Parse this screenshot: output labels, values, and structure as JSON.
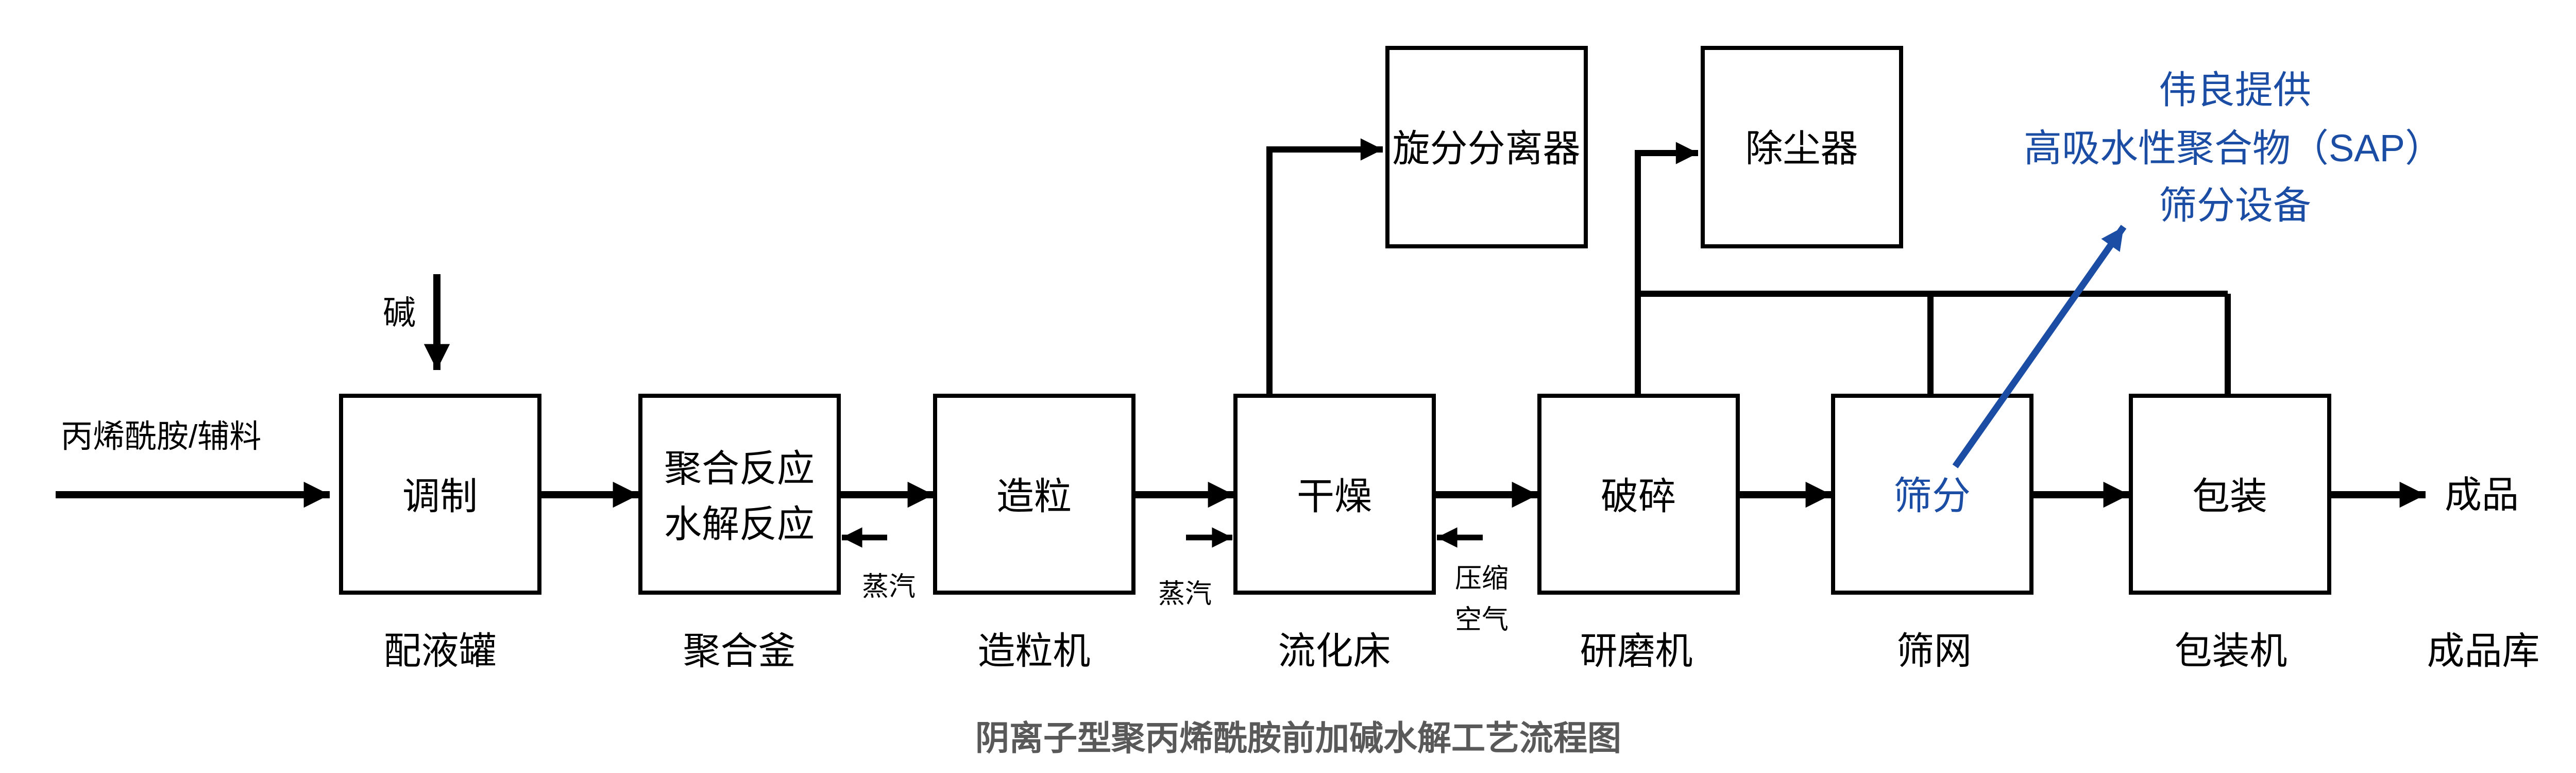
{
  "figure": {
    "title": "阴离子型聚丙烯酰胺前加碱水解工艺流程图",
    "colors": {
      "accent_blue": "#1a4da3",
      "diagram_black": "#000000",
      "title_gray": "#595959"
    },
    "feed_label": "丙烯酰胺/辅料",
    "alkali_label": "碱",
    "boxes": [
      {
        "label": "调制",
        "sublabel": "配液罐"
      },
      {
        "label_line1": "聚合反应",
        "label_line2": "水解反应",
        "sublabel": "聚合釜"
      },
      {
        "label": "造粒",
        "sublabel": "造粒机"
      },
      {
        "label": "干燥",
        "sublabel": "流化床"
      },
      {
        "label": "破碎",
        "sublabel": "研磨机"
      },
      {
        "label": "筛分",
        "sublabel": "筛网"
      },
      {
        "label": "包装",
        "sublabel": "包装机"
      }
    ],
    "top_boxes": [
      {
        "label": "旋分分离器"
      },
      {
        "label": "除尘器"
      }
    ],
    "utility_labels": {
      "steam_1": "蒸汽",
      "steam_2": "蒸汽",
      "compressed_air_line1": "压缩",
      "compressed_air_line2": "空气"
    },
    "output": {
      "product": "成品",
      "warehouse": "成品库"
    },
    "annotation": {
      "line1": "伟良提供",
      "line2": "高吸水性聚合物（SAP）",
      "line3": "筛分设备"
    }
  }
}
